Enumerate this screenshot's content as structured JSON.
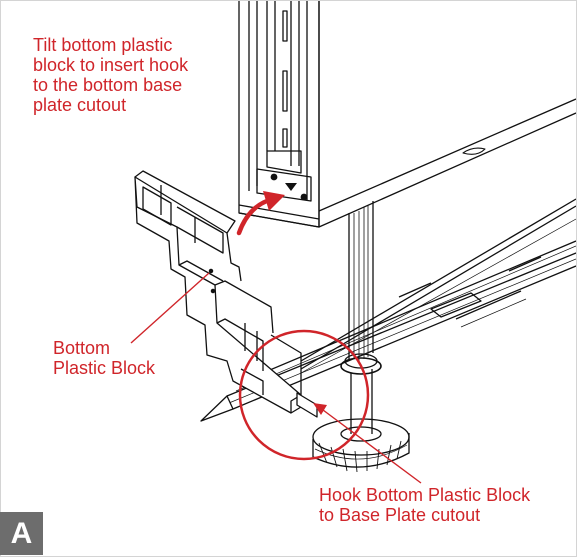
{
  "callouts": {
    "tilt": "Tilt bottom plastic\nblock to insert hook\nto the bottom base\nplate cutout",
    "block": "Bottom\nPlastic Block",
    "hook": "Hook Bottom Plastic Block\nto Base Plate cutout"
  },
  "panel_label": "A",
  "colors": {
    "annotation": "#d0252a",
    "badge": "#6d6d6d",
    "line_art": "#111111"
  }
}
